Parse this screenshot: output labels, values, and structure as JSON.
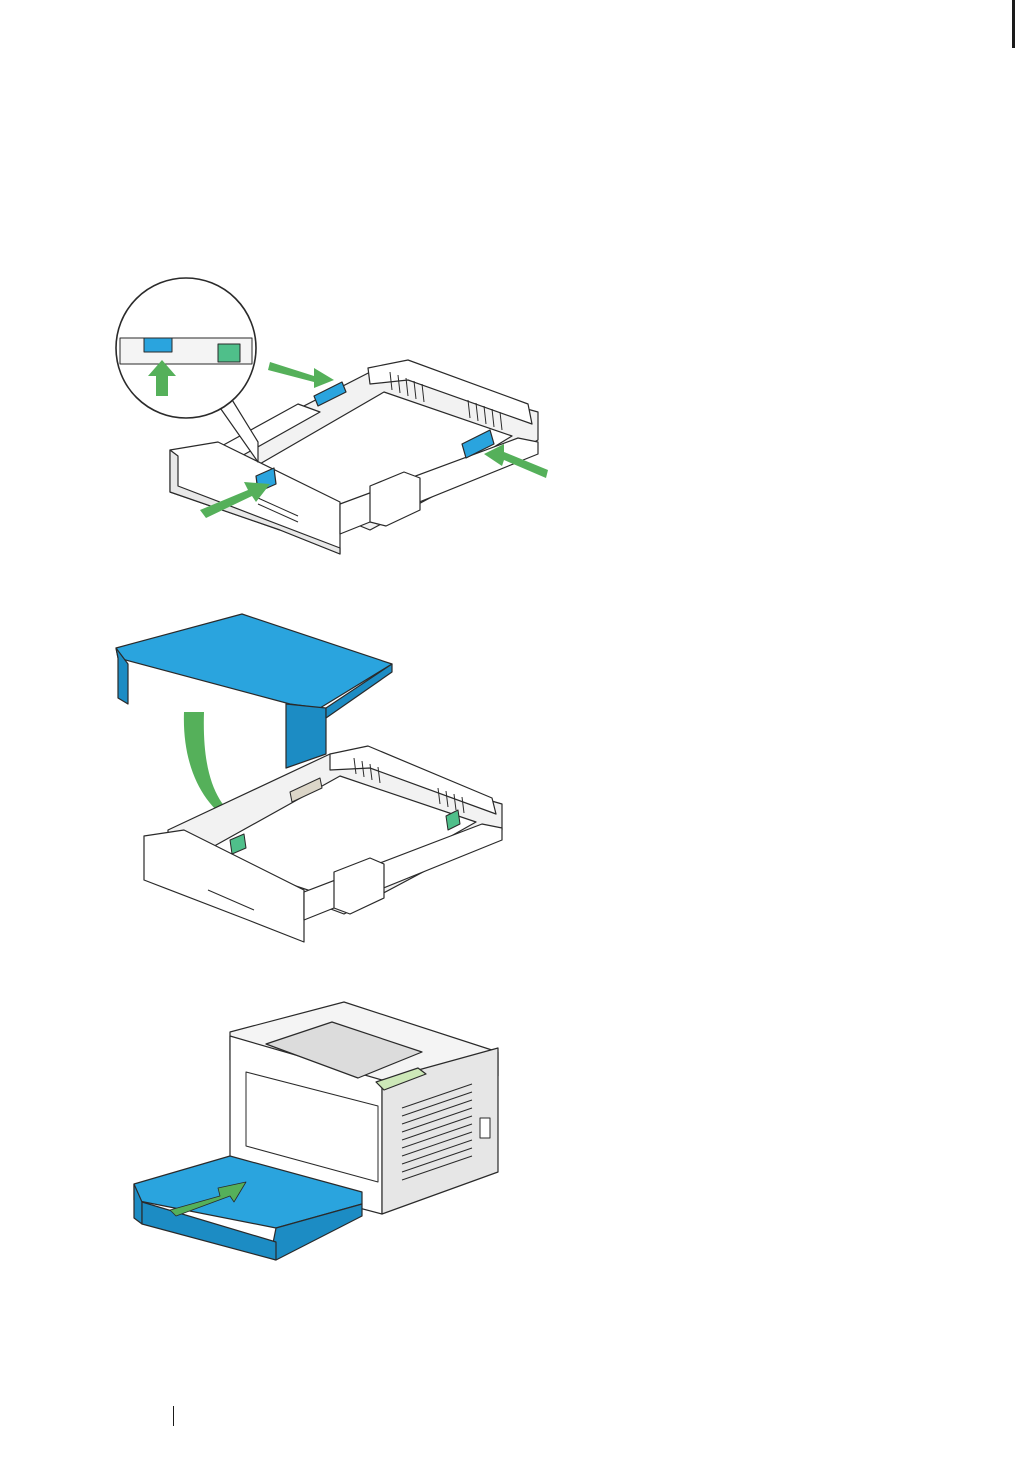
{
  "page": {
    "figures": [
      {
        "id": "fig-guides",
        "name": "slide-paper-guides-illustration",
        "icon": "paper-tray-guides"
      },
      {
        "id": "fig-cover",
        "name": "attach-tray-cover-illustration",
        "icon": "paper-tray-cover"
      },
      {
        "id": "fig-insert",
        "name": "insert-tray-into-printer-illustration",
        "icon": "printer-tray-insert"
      }
    ]
  },
  "colors": {
    "arrow_green": "#55b05a",
    "part_blue": "#2aa4de",
    "tray_grey": "#f2f2f2",
    "outline": "#2a2a2a"
  }
}
